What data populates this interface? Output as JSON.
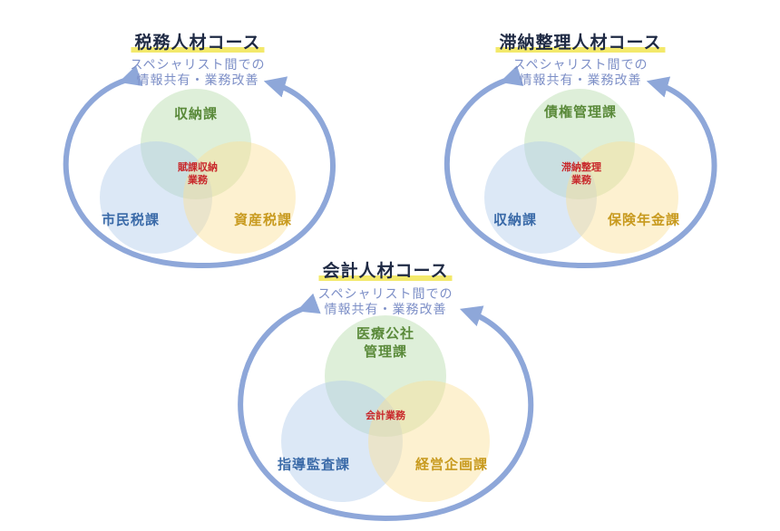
{
  "colors": {
    "loop": "#8ea7d9",
    "title_highlight": "#f3e96b",
    "center_text": "#c8272a"
  },
  "panels": [
    {
      "title": "税務人材コース",
      "subtitle_line1": "スペシャリスト間での",
      "subtitle_line2": "情報共有・業務改善",
      "top": "収納課",
      "left": "市民税課",
      "right": "資産税課",
      "center_line1": "賦課収納",
      "center_line2": "業務"
    },
    {
      "title": "滞納整理人材コース",
      "subtitle_line1": "スペシャリスト間での",
      "subtitle_line2": "情報共有・業務改善",
      "top": "債権管理課",
      "left": "収納課",
      "right": "保険年金課",
      "center_line1": "滞納整理",
      "center_line2": "業務"
    },
    {
      "title": "会計人材コース",
      "subtitle_line1": "スペシャリスト間での",
      "subtitle_line2": "情報共有・業務改善",
      "top_line1": "医療公社",
      "top_line2": "管理課",
      "left": "指導監査課",
      "right": "経営企画課",
      "center_line1": "会計業務"
    }
  ]
}
